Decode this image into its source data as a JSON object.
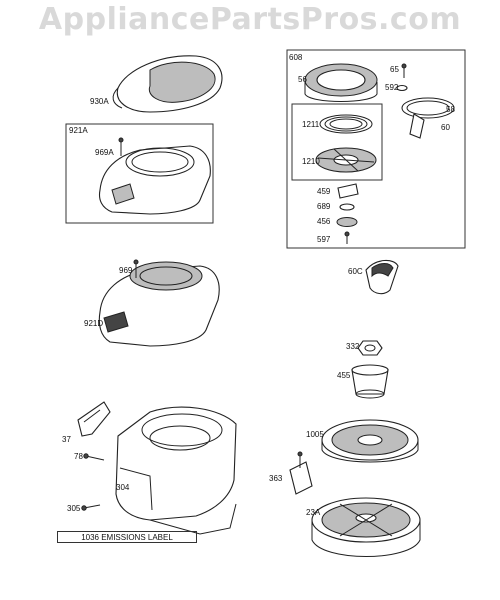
{
  "watermark": "AppliancePartsPros.com",
  "labels": {
    "p930A": "930A",
    "p921A": "921A",
    "p969A": "969A",
    "p969": "969",
    "p921D": "921D",
    "p37": "37",
    "p78": "78",
    "p304": "304",
    "p305": "305",
    "p608": "608",
    "p56": "56",
    "p65": "65",
    "p592": "592",
    "p58": "58",
    "p60": "60",
    "p1211": "1211",
    "p1210": "1210",
    "p459": "459",
    "p689": "689",
    "p456": "456",
    "p597": "597",
    "p60C": "60C",
    "p332": "332",
    "p455": "455",
    "p1005": "1005",
    "p363": "363",
    "p23A": "23A"
  },
  "emissions_label": "1036 EMISSIONS LABEL"
}
